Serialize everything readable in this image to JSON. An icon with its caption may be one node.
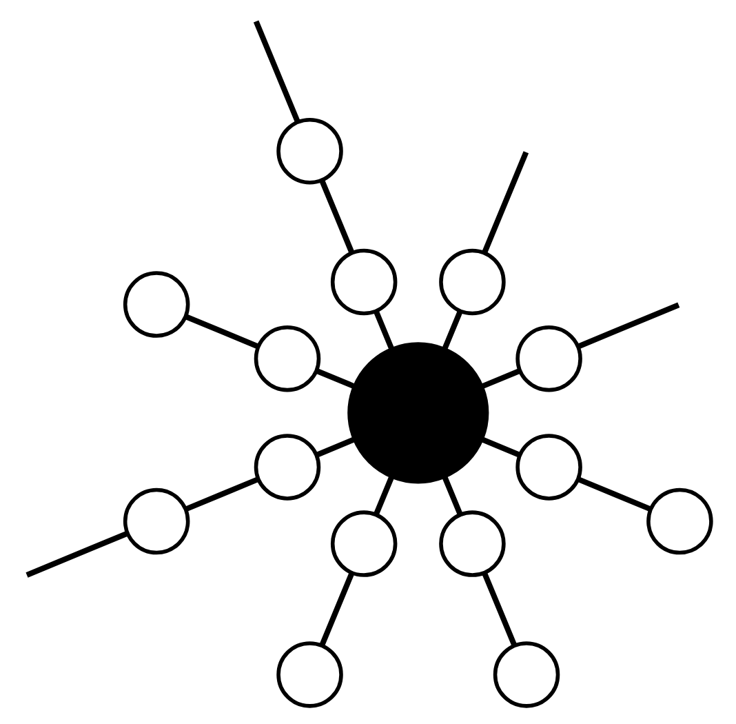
{
  "diagram": {
    "nodes": [
      {
        "text": [],
        "shape": "circle"
      },
      {
        "text": [],
        "shape": "circle"
      },
      {
        "text": [],
        "shape": "circle"
      },
      {
        "text": [],
        "shape": "circle"
      },
      {
        "text": [],
        "shape": "circle"
      },
      {
        "text": [],
        "shape": "circle"
      },
      {
        "text": [],
        "shape": "circle"
      },
      {
        "text": [],
        "shape": "circle"
      },
      {
        "text": [],
        "shape": "circle"
      },
      {
        "text": [],
        "shape": "circle"
      },
      {
        "text": [],
        "shape": "circle"
      },
      {
        "text": [],
        "shape": "circle"
      },
      {
        "text": [],
        "shape": "circle"
      },
      {
        "text": [],
        "shape": "circle"
      },
      {
        "text": [],
        "shape": "circle"
      }
    ],
    "edges": [
      {
        "from": 6,
        "to": 1,
        "arrow": "none"
      },
      {
        "from": 1,
        "to": null,
        "arrow": "none"
      },
      {
        "from": 6,
        "to": 3,
        "arrow": "none"
      },
      {
        "from": 3,
        "to": 0,
        "arrow": "none"
      },
      {
        "from": 0,
        "to": null,
        "arrow": "none"
      },
      {
        "from": 6,
        "to": 2,
        "arrow": "none"
      },
      {
        "from": 2,
        "to": null,
        "arrow": "none"
      },
      {
        "from": 6,
        "to": 9,
        "arrow": "none"
      },
      {
        "from": 9,
        "to": 8,
        "arrow": "none"
      },
      {
        "from": 6,
        "to": 12,
        "arrow": "none"
      },
      {
        "from": 12,
        "to": 13,
        "arrow": "none"
      },
      {
        "from": 6,
        "to": 10,
        "arrow": "none"
      },
      {
        "from": 10,
        "to": 14,
        "arrow": "none"
      },
      {
        "from": 6,
        "to": 7,
        "arrow": "none"
      },
      {
        "from": 7,
        "to": 11,
        "arrow": "none"
      },
      {
        "from": 11,
        "to": null,
        "arrow": "none"
      },
      {
        "from": 6,
        "to": 5,
        "arrow": "none"
      },
      {
        "from": 5,
        "to": 4,
        "arrow": "none"
      }
    ]
  }
}
